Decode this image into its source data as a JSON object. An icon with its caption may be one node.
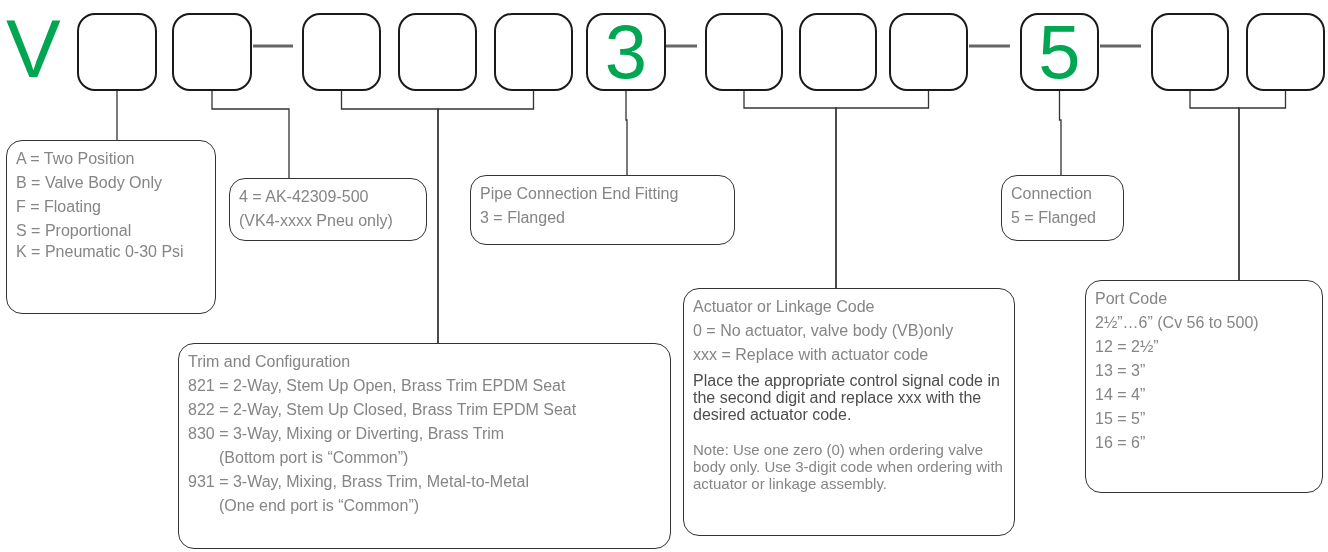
{
  "diagram": {
    "nodes": [
      {
        "text": [],
        "shape": "box"
      },
      {
        "text": [],
        "shape": "box"
      },
      {
        "text": [],
        "shape": "box"
      },
      {
        "text": [],
        "shape": "box"
      },
      {
        "text": [],
        "shape": "box"
      },
      {
        "text": [
          "3"
        ]
      },
      {
        "text": [],
        "shape": "box"
      },
      {
        "text": [],
        "shape": "box"
      },
      {
        "text": [],
        "shape": "box"
      },
      {
        "text": [
          "5"
        ]
      },
      {
        "text": [],
        "shape": "box"
      },
      {
        "text": [],
        "shape": "box"
      },
      {
        "text": [
          "A = Two Position",
          "B = Valve Body Only",
          "F = Floating",
          "S = Proportional",
          "K = Pneumatic 0-30 Psi"
        ]
      },
      {
        "text": [
          "4 = AK-42309-500",
          "(VK4-xxxx Pneu only)"
        ]
      },
      {
        "text": [
          "Pipe Connection End Fitting",
          "3 = Flanged"
        ]
      },
      {
        "text": [
          "Trim and Configuration",
          "821 = 2-Way, Stem Up Open, Brass Trim EPDM Seat",
          "822 = 2-Way, Stem Up Closed, Brass Trim EPDM Seat",
          "830 = 3-Way, Mixing or Diverting, Brass Trim",
          "(Bottom port is “Common”)",
          "931 = 3-Way, Mixing, Brass Trim, Metal-to-Metal",
          "(One end port is “Common”)"
        ]
      },
      {
        "text": [
          "Connection",
          "5 = Flanged"
        ]
      },
      {
        "text": [
          "Actuator or Linkage Code",
          "0 = No actuator, valve body (VB)only",
          "xxx = Replace with actuator code",
          "Place the appropriate control signal code in the second digit and replace xxx with the desired actuator code.",
          "Note: Use one zero (0) when ordering valve body only. Use 3-digit code when ordering with actuator or linkage assembly."
        ]
      },
      {
        "text": [
          "Port Code",
          "2½”…6” (Cv 56 to 500)",
          "12 = 2½”",
          "13 = 3”",
          "14 = 4”",
          "15 = 5”",
          "16 = 6”"
        ]
      }
    ],
    "edges": [
      {
        "from": 0,
        "to": 12,
        "arrow": "none"
      },
      {
        "from": 1,
        "to": 13,
        "arrow": "none"
      },
      {
        "from": 2,
        "to": 15,
        "arrow": "none"
      },
      {
        "from": 4,
        "to": 15,
        "arrow": "none"
      },
      {
        "from": 5,
        "to": 14,
        "arrow": "none"
      },
      {
        "from": 6,
        "to": 17,
        "arrow": "none"
      },
      {
        "from": 8,
        "to": 17,
        "arrow": "none"
      },
      {
        "from": 9,
        "to": 16,
        "arrow": "none"
      },
      {
        "from": 10,
        "to": 18,
        "arrow": "none"
      },
      {
        "from": 11,
        "to": 18,
        "arrow": "none"
      }
    ],
    "labels": [
      "V"
    ]
  }
}
